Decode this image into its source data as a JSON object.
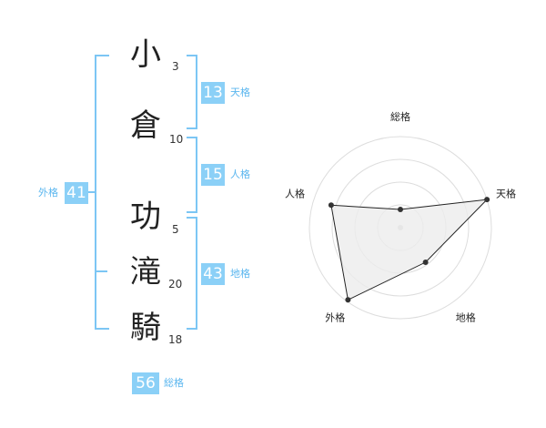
{
  "name": {
    "chars": [
      {
        "char": "小",
        "strokes": "3"
      },
      {
        "char": "倉",
        "strokes": "10"
      },
      {
        "char": "功",
        "strokes": "5"
      },
      {
        "char": "滝",
        "strokes": "20"
      },
      {
        "char": "騎",
        "strokes": "18"
      }
    ]
  },
  "kaku": {
    "tenkaku": {
      "value": "13",
      "label": "天格"
    },
    "jinkaku": {
      "value": "15",
      "label": "人格"
    },
    "chikaku": {
      "value": "43",
      "label": "地格"
    },
    "gaikaku": {
      "value": "41",
      "label": "外格"
    },
    "soukaku": {
      "value": "56",
      "label": "総格"
    }
  },
  "chart_data": {
    "type": "radar",
    "axes": [
      "総格",
      "天格",
      "地格",
      "外格",
      "人格"
    ],
    "values": [
      0.2,
      1.0,
      0.47,
      0.98,
      0.8
    ],
    "rings": 4,
    "colors": {
      "fill": "#ececec",
      "line": "#222222",
      "ring": "#dddddd",
      "point": "#333333",
      "center": "#cccccc"
    }
  }
}
